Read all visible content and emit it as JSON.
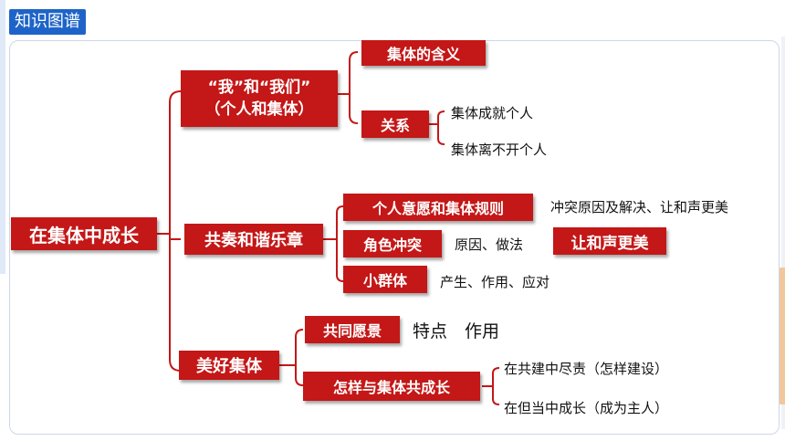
{
  "title": "知识图谱",
  "root": "在集体中成长",
  "branch1": {
    "line1": "“我”和“我们”",
    "line2": "（个人和集体）",
    "meaning": "集体的含义",
    "relation": "关系",
    "relation_items": [
      "集体成就个人",
      "集体离不开个人"
    ]
  },
  "branch2": {
    "label": "共奏和谐乐章",
    "rules": "个人意愿和集体规则",
    "rules_note": "冲突原因及解决、让和声更美",
    "role": "角色冲突",
    "role_note": "原因、做法",
    "role_highlight": "让和声更美",
    "group": "小群体",
    "group_note": "产生、作用、应对"
  },
  "branch3": {
    "label": "美好集体",
    "vision": "共同愿景",
    "vision_note": "特点　作用",
    "grow": "怎样与集体共成长",
    "grow_items": [
      "在共建中尽责（怎样建设）",
      "在但当中成长（成为主人）"
    ]
  },
  "colors": {
    "node_red": "#c41717",
    "title_blue": "#1e64c8",
    "line": "#c41717"
  }
}
